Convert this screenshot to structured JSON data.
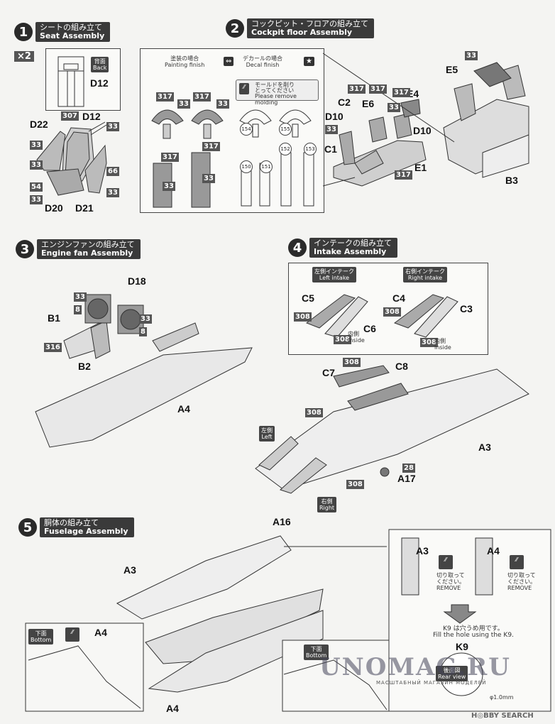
{
  "steps": [
    {
      "num": "1",
      "jp": "シートの組み立て",
      "en": "Seat Assembly"
    },
    {
      "num": "2",
      "jp": "コックピット・フロアの組み立て",
      "en": "Cockpit floor Assembly"
    },
    {
      "num": "3",
      "jp": "エンジンファンの組み立て",
      "en": "Engine fan Assembly"
    },
    {
      "num": "4",
      "jp": "インテークの組み立て",
      "en": "Intake Assembly"
    },
    {
      "num": "5",
      "jp": "胴体の組み立て",
      "en": "Fuselage Assembly"
    }
  ],
  "seat": {
    "multiplier": "×2",
    "back_jp": "背面",
    "back_en": "Back",
    "parts": [
      "D12",
      "D12",
      "D22",
      "307",
      "33",
      "33",
      "33",
      "D20",
      "D21",
      "54",
      "66",
      "33",
      "33"
    ]
  },
  "cockpit": {
    "painting_jp": "塗装の場合",
    "painting_en": "Painting finish",
    "decal_jp": "デカールの場合",
    "decal_en": "Decal finish",
    "mold_jp1": "モールドを削り",
    "mold_jp2": "とってください",
    "mold_en": "Please remove molding",
    "decals": [
      "154",
      "155",
      "152",
      "153",
      "150",
      "151"
    ],
    "parts": [
      "317",
      "33",
      "317",
      "33",
      "317",
      "317",
      "33",
      "33",
      "C2",
      "E6",
      "E4",
      "D10",
      "D10",
      "C1",
      "E1",
      "E5",
      "B3",
      "317",
      "317",
      "317",
      "317",
      "33",
      "33",
      "33"
    ]
  },
  "engine": {
    "parts": [
      "D18",
      "B1",
      "B2",
      "A4",
      "316",
      "33",
      "8",
      "33",
      "8"
    ]
  },
  "intake": {
    "left_jp": "左側インテーク",
    "left_en": "Left intake",
    "right_jp": "右側インテーク",
    "right_en": "Right intake",
    "inside_jp": "内側",
    "inside_en": "Inside",
    "left_side_jp": "左側",
    "left_side_en": "Left",
    "right_side_jp": "右側",
    "right_side_en": "Right",
    "parts": [
      "C5",
      "C6",
      "C4",
      "C3",
      "308",
      "308",
      "308",
      "308",
      "C7",
      "C8",
      "308",
      "308",
      "308",
      "A3",
      "A17",
      "28"
    ]
  },
  "fuselage": {
    "parts": [
      "A16",
      "A3",
      "A4",
      "A4",
      "A3",
      "A4"
    ],
    "bottom_jp": "下面",
    "bottom_en": "Bottom",
    "cut_jp1": "切り取って",
    "cut_jp2": "ください。",
    "remove_en": "REMOVE",
    "fill_jp": "K9 は穴うめ用です。",
    "fill_en": "Fill the hole using the K9.",
    "k9": "K9",
    "rear_jp": "後面図",
    "rear_en": "Rear view",
    "drill": "φ1.0mm"
  },
  "watermark": {
    "main": "UNOMAG.RU",
    "sub": "МАСШТАБНЫЙ МАГАЗИН МОДЕЛЕЙ",
    "hobby": "H◎BBY SEARCH"
  }
}
